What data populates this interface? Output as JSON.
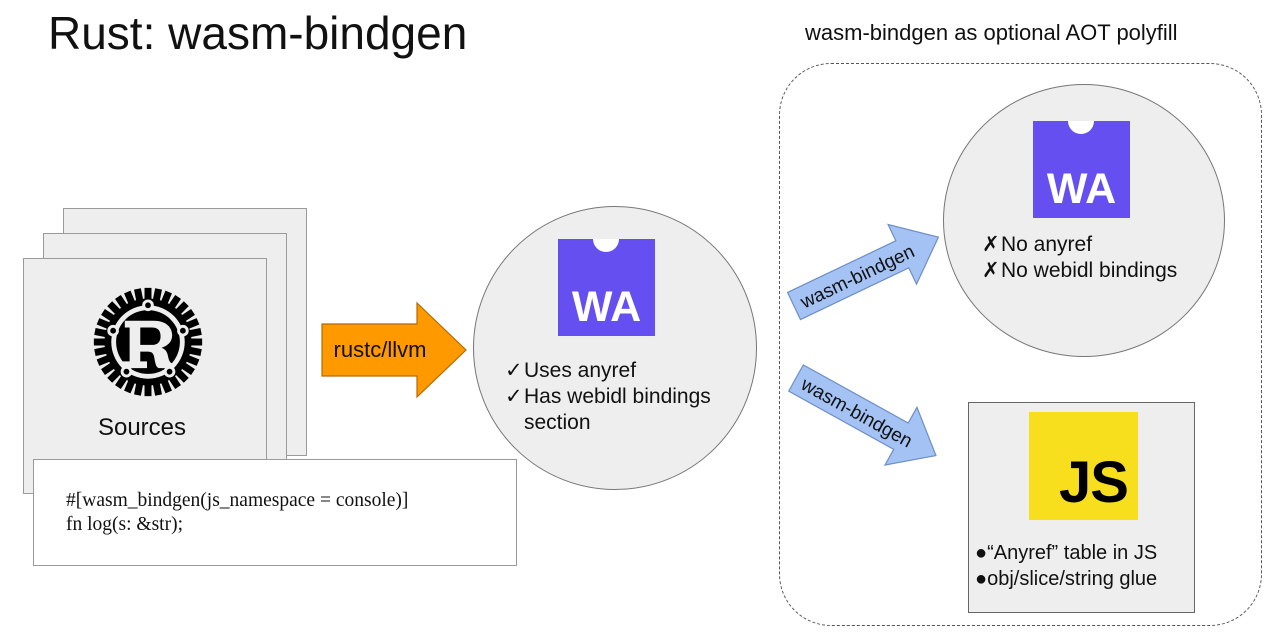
{
  "title": "Rust: wasm-bindgen",
  "sources": {
    "label": "Sources",
    "logo_icon": "rust-logo"
  },
  "code": {
    "lines": [
      "#[wasm_bindgen(js_namespace = console)]",
      "fn log(s: &str);"
    ]
  },
  "compile_arrow": {
    "label": "rustc/llvm",
    "color": "#ff9900"
  },
  "wasm_output": {
    "logo_text": "WA",
    "logo_color": "#654ff0",
    "items": [
      {
        "mark": "✓",
        "text": "Uses anyref"
      },
      {
        "mark": "✓",
        "text": "Has webidl bindings",
        "continuation": "section"
      }
    ]
  },
  "polyfill": {
    "title": "wasm-bindgen as optional AOT polyfill",
    "arrow_label_top": "wasm-bindgen",
    "arrow_label_bottom": "wasm-bindgen",
    "arrow_color": "#a4c2f4",
    "wasm_result": {
      "logo_text": "WA",
      "items": [
        {
          "mark": "✗",
          "text": "No anyref"
        },
        {
          "mark": "✗",
          "text": "No webidl bindings"
        }
      ]
    },
    "js_result": {
      "logo_text": "JS",
      "logo_color": "#f7df1e",
      "items": [
        {
          "mark": "●",
          "text": "“Anyref” table in JS"
        },
        {
          "mark": "●",
          "text": "obj/slice/string glue"
        }
      ]
    }
  }
}
